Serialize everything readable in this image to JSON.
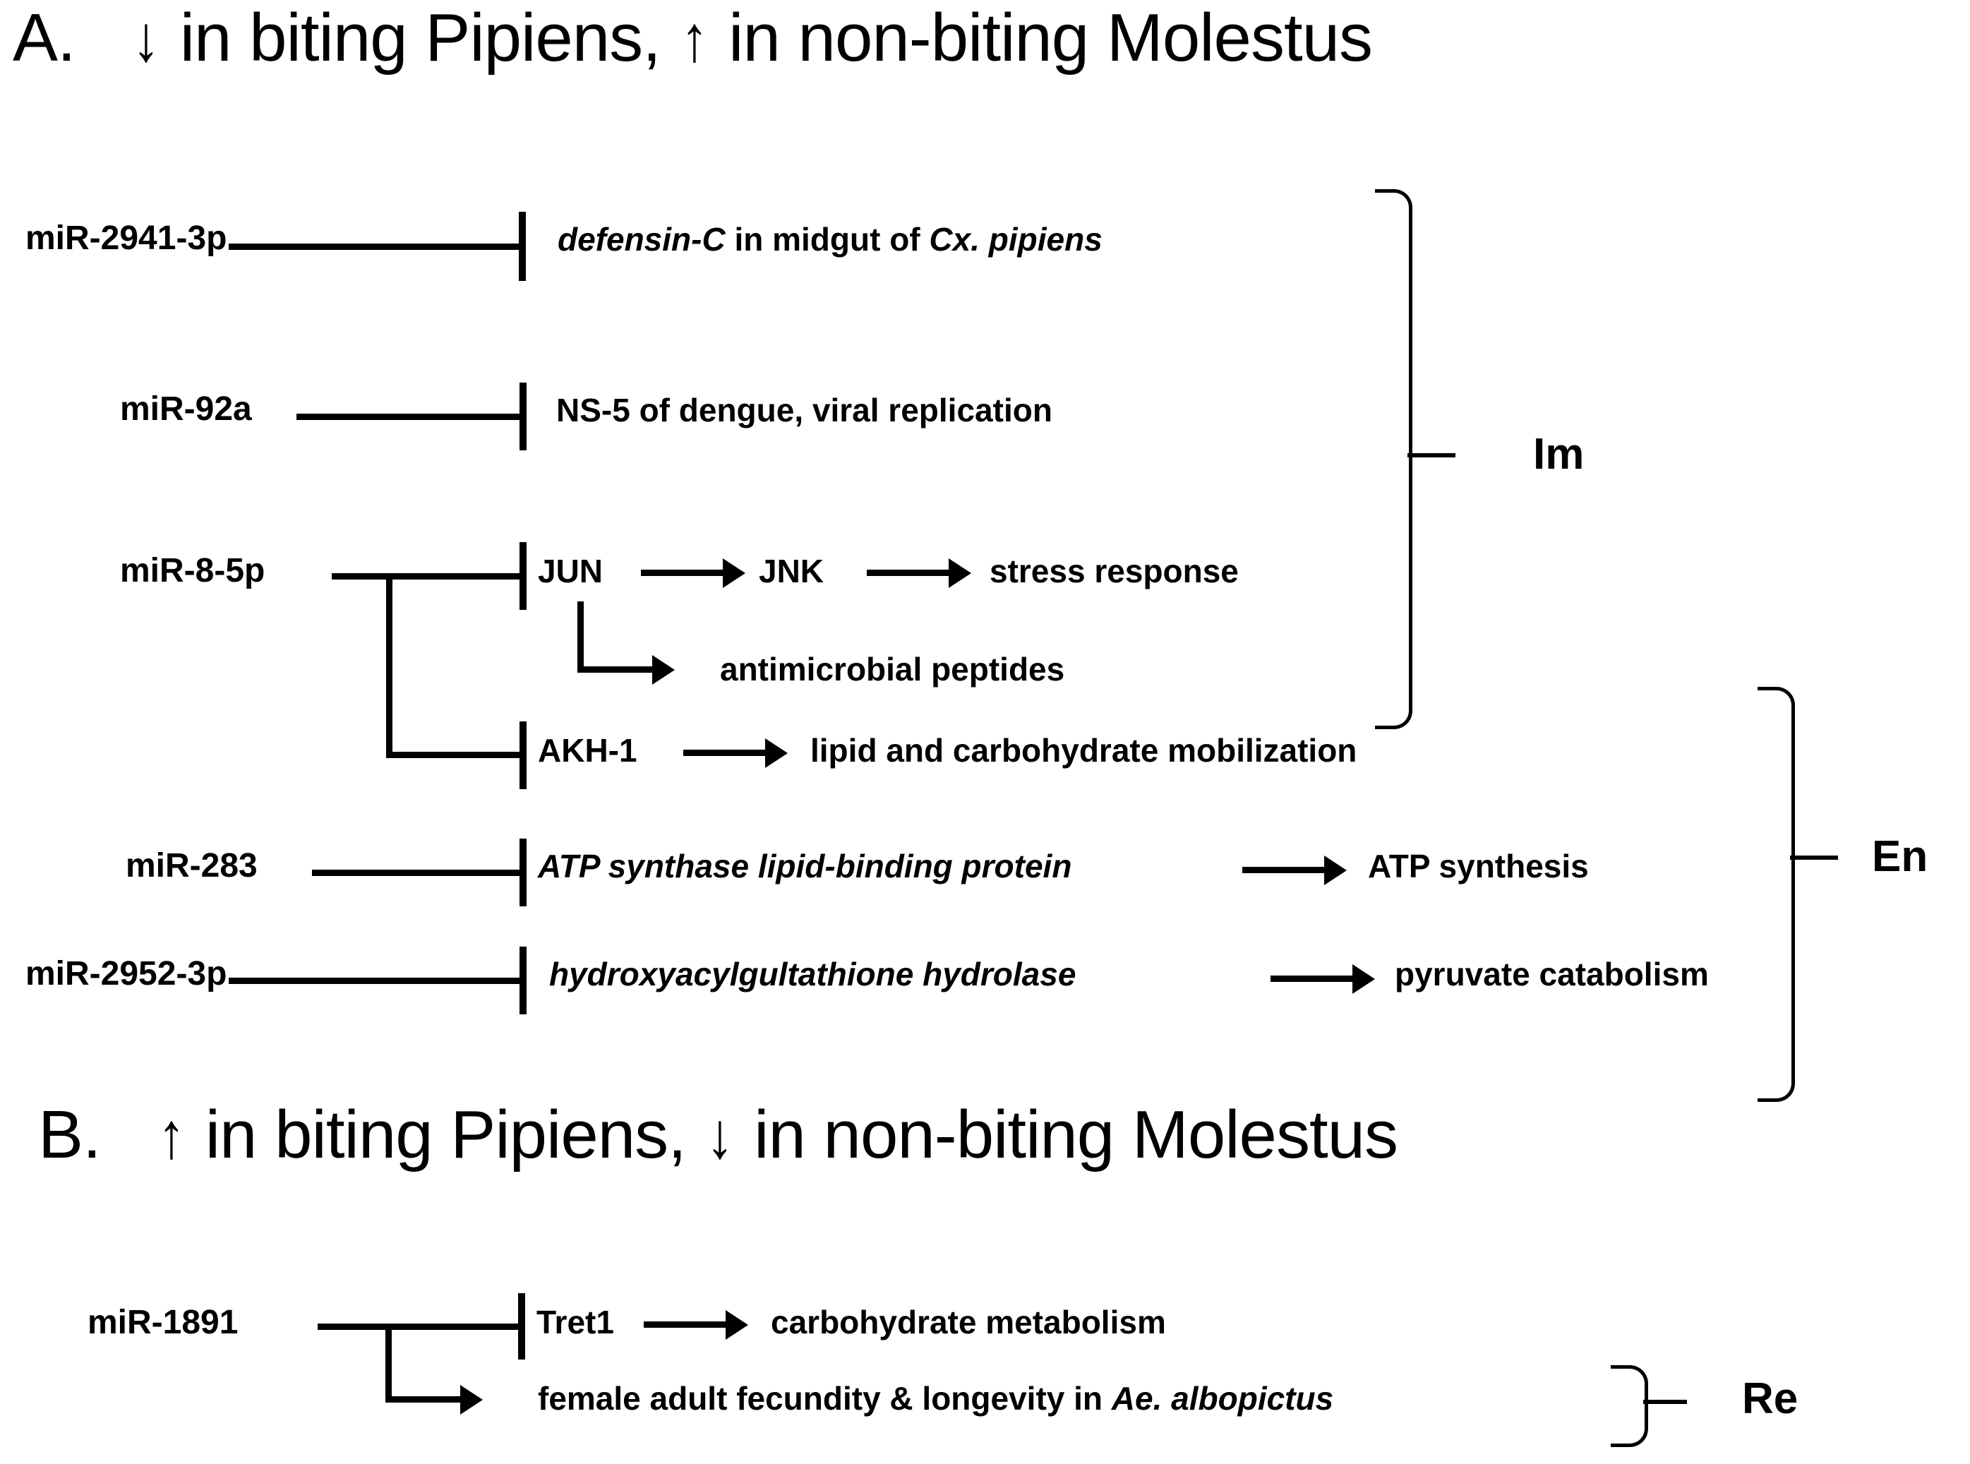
{
  "figure": {
    "panels": [
      {
        "id": "A",
        "letter": "A.",
        "title_pre": "",
        "down_arrow": "↓",
        "up_arrow": "↑",
        "title_text_1": "in biting Pipiens,",
        "title_text_2": "in non-biting Molestus",
        "full_title": "A.  ↓ in biting Pipiens, ↑ in non-biting Molestus",
        "rows": [
          {
            "mirna": "miR-2941-3p",
            "relation": "inhibition",
            "target": "defensin-C in midgut of Cx. pipiens",
            "target_parts": [
              {
                "text": "defensin-C",
                "italic": true
              },
              {
                "text": " in midgut of ",
                "italic": false
              },
              {
                "text": "Cx. pipiens",
                "italic": true
              }
            ],
            "downstream": []
          },
          {
            "mirna": "miR-92a",
            "relation": "inhibition",
            "target": "NS-5 of dengue, viral replication",
            "target_parts": [
              {
                "text": "NS-5 of dengue, viral replication",
                "italic": false
              }
            ],
            "downstream": []
          },
          {
            "mirna": "miR-8-5p",
            "relation": "inhibition",
            "target": "JUN",
            "target_parts": [
              {
                "text": "JUN",
                "italic": false
              }
            ],
            "downstream": [
              {
                "text": "JNK",
                "italic": false
              },
              {
                "text": "stress response",
                "italic": false
              }
            ],
            "sub_branch": {
              "from": "JUN",
              "target": "antimicrobial peptides"
            },
            "second_branch": {
              "target": "AKH-1",
              "downstream": [
                "lipid and carbohydrate mobilization"
              ]
            }
          },
          {
            "mirna": "miR-283",
            "relation": "inhibition",
            "target": "ATP synthase lipid-binding protein",
            "target_parts": [
              {
                "text": "ATP synthase lipid-binding protein",
                "italic": true
              }
            ],
            "downstream": [
              {
                "text": "ATP synthesis",
                "italic": false
              }
            ]
          },
          {
            "mirna": "miR-2952-3p",
            "relation": "inhibition",
            "target": "hydroxyacylgultathione hydrolase",
            "target_parts": [
              {
                "text": "hydroxyacylgultathione hydrolase",
                "italic": true
              }
            ],
            "downstream": [
              {
                "text": "pyruvate catabolism",
                "italic": false
              }
            ]
          }
        ],
        "brackets": [
          {
            "label": "Im",
            "group": "immunity"
          },
          {
            "label": "En",
            "group": "energy"
          }
        ]
      },
      {
        "id": "B",
        "letter": "B.",
        "down_arrow": "↓",
        "up_arrow": "↑",
        "title_text_1": "in biting Pipiens,",
        "title_text_2": "in non-biting Molestus",
        "full_title": "B.  ↑ in biting Pipiens, ↓ in non-biting Molestus",
        "rows": [
          {
            "mirna": "miR-1891",
            "relation": "inhibition",
            "target": "Tret1",
            "target_parts": [
              {
                "text": "Tret1",
                "italic": false
              }
            ],
            "downstream": [
              {
                "text": "carbohydrate metabolism",
                "italic": false
              }
            ],
            "second_branch": {
              "relation": "activation",
              "target": "female adult fecundity & longevity in Ae. albopictus",
              "target_parts": [
                {
                  "text": "female adult fecundity & longevity in ",
                  "italic": false
                },
                {
                  "text": "Ae. albopictus",
                  "italic": true
                }
              ]
            }
          }
        ],
        "brackets": [
          {
            "label": "Re",
            "group": "reproduction"
          }
        ]
      }
    ],
    "colors": {
      "ink": "#000000",
      "background": "#ffffff"
    }
  }
}
